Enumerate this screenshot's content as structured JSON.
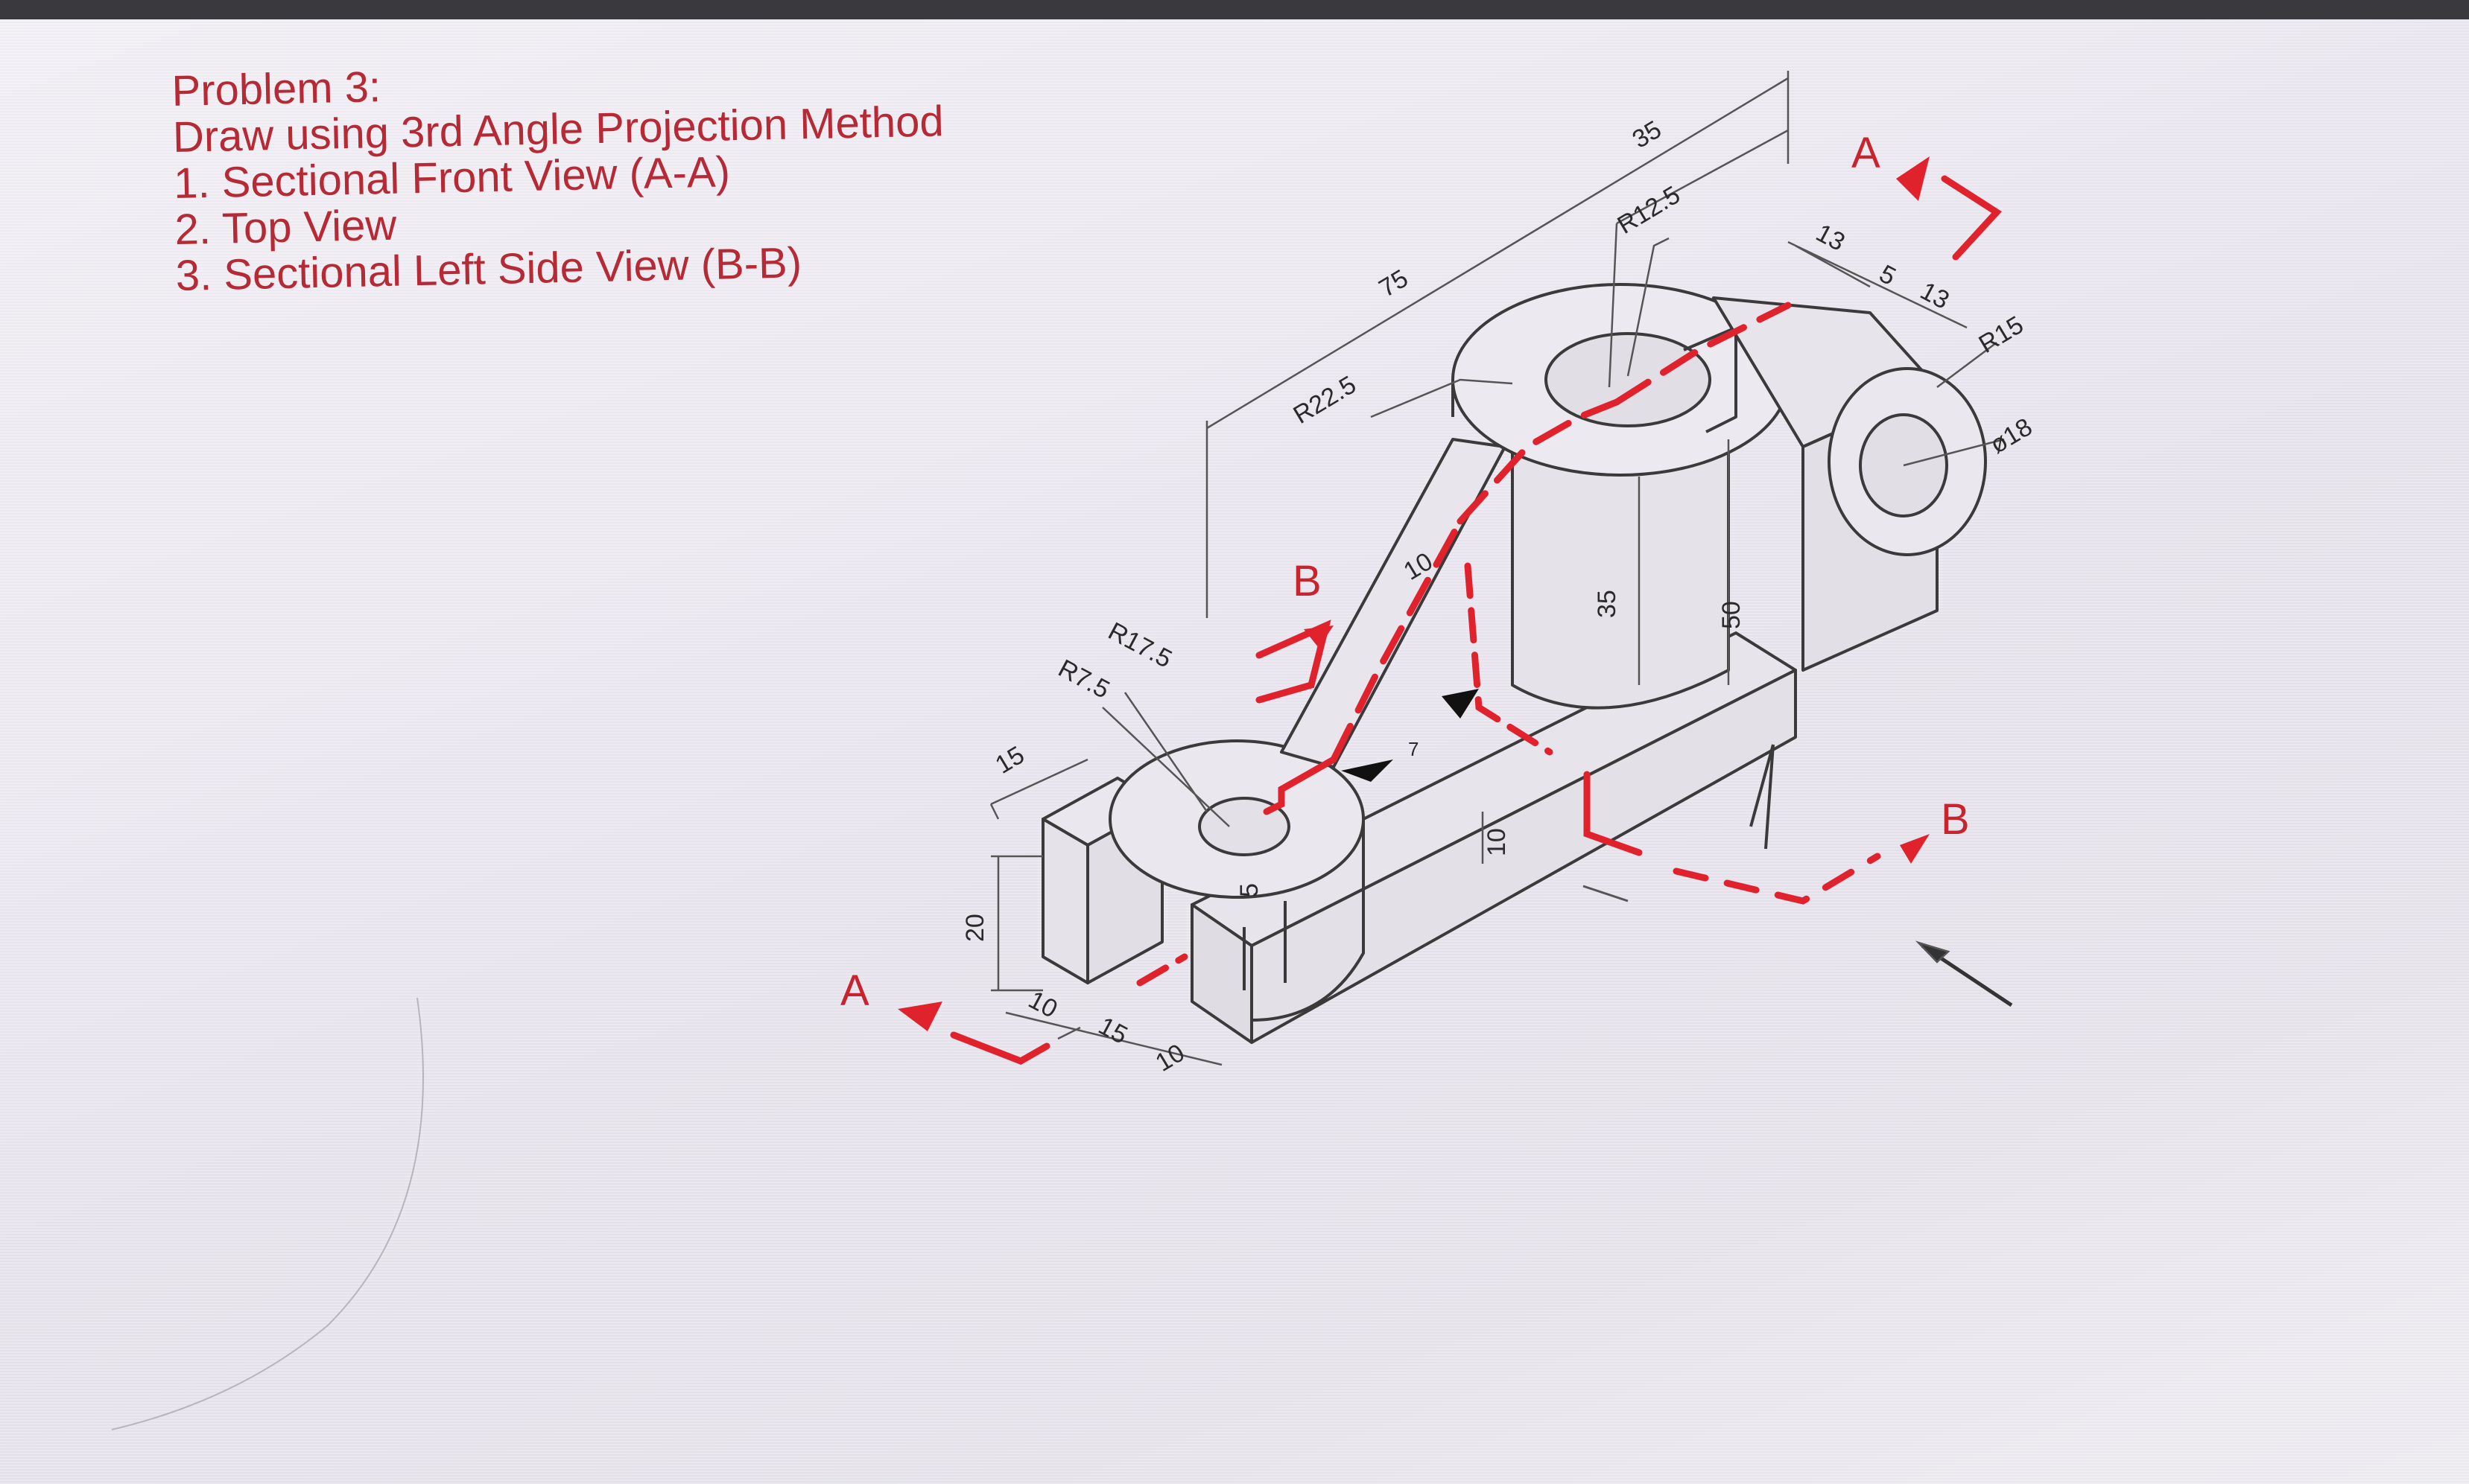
{
  "problem": {
    "title": "Problem 3:",
    "instruction": "Draw using 3rd Angle Projection Method",
    "items": [
      "1. Sectional Front View (A-A)",
      "2. Top View",
      "3. Sectional Left Side View (B-B)"
    ]
  },
  "dimensions": {
    "d35_top": "35",
    "d75": "75",
    "r12_5": "R12.5",
    "r22_5": "R22.5",
    "d13a": "13",
    "d5a": "5",
    "d13b": "13",
    "r15": "R15",
    "phi18": "ø18",
    "d10_rib": "10",
    "d35_v": "35",
    "d50": "50",
    "r17_5": "R17.5",
    "r7_5": "R7.5",
    "d15_top": "15",
    "d20": "20",
    "d10a": "10",
    "d15_bot": "15",
    "d10b": "10",
    "d5_slot": "5",
    "d10_base": "10",
    "d7": "7"
  },
  "section_labels": {
    "a_right": "A",
    "a_left": "A",
    "b_top": "B",
    "b_right": "B"
  },
  "colors": {
    "text_red": "#b52a35",
    "section_red": "#e0222c",
    "line": "#3a3a3a"
  }
}
